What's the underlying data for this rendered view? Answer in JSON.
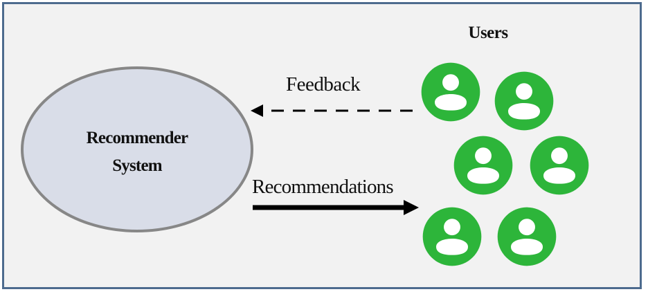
{
  "diagram": {
    "system_label_line1": "Recommender",
    "system_label_line2": "System",
    "users_label": "Users",
    "feedback_label": "Feedback",
    "recommendations_label": "Recommendations",
    "user_count": 6
  },
  "colors": {
    "frame_border": "#4d6b8e",
    "background": "#f2f2f2",
    "system_fill": "#d9dde8",
    "system_stroke": "#878787",
    "user_fill": "#2db53a",
    "user_figure": "#ffffff"
  },
  "icons": {
    "user": "user-avatar-icon"
  }
}
